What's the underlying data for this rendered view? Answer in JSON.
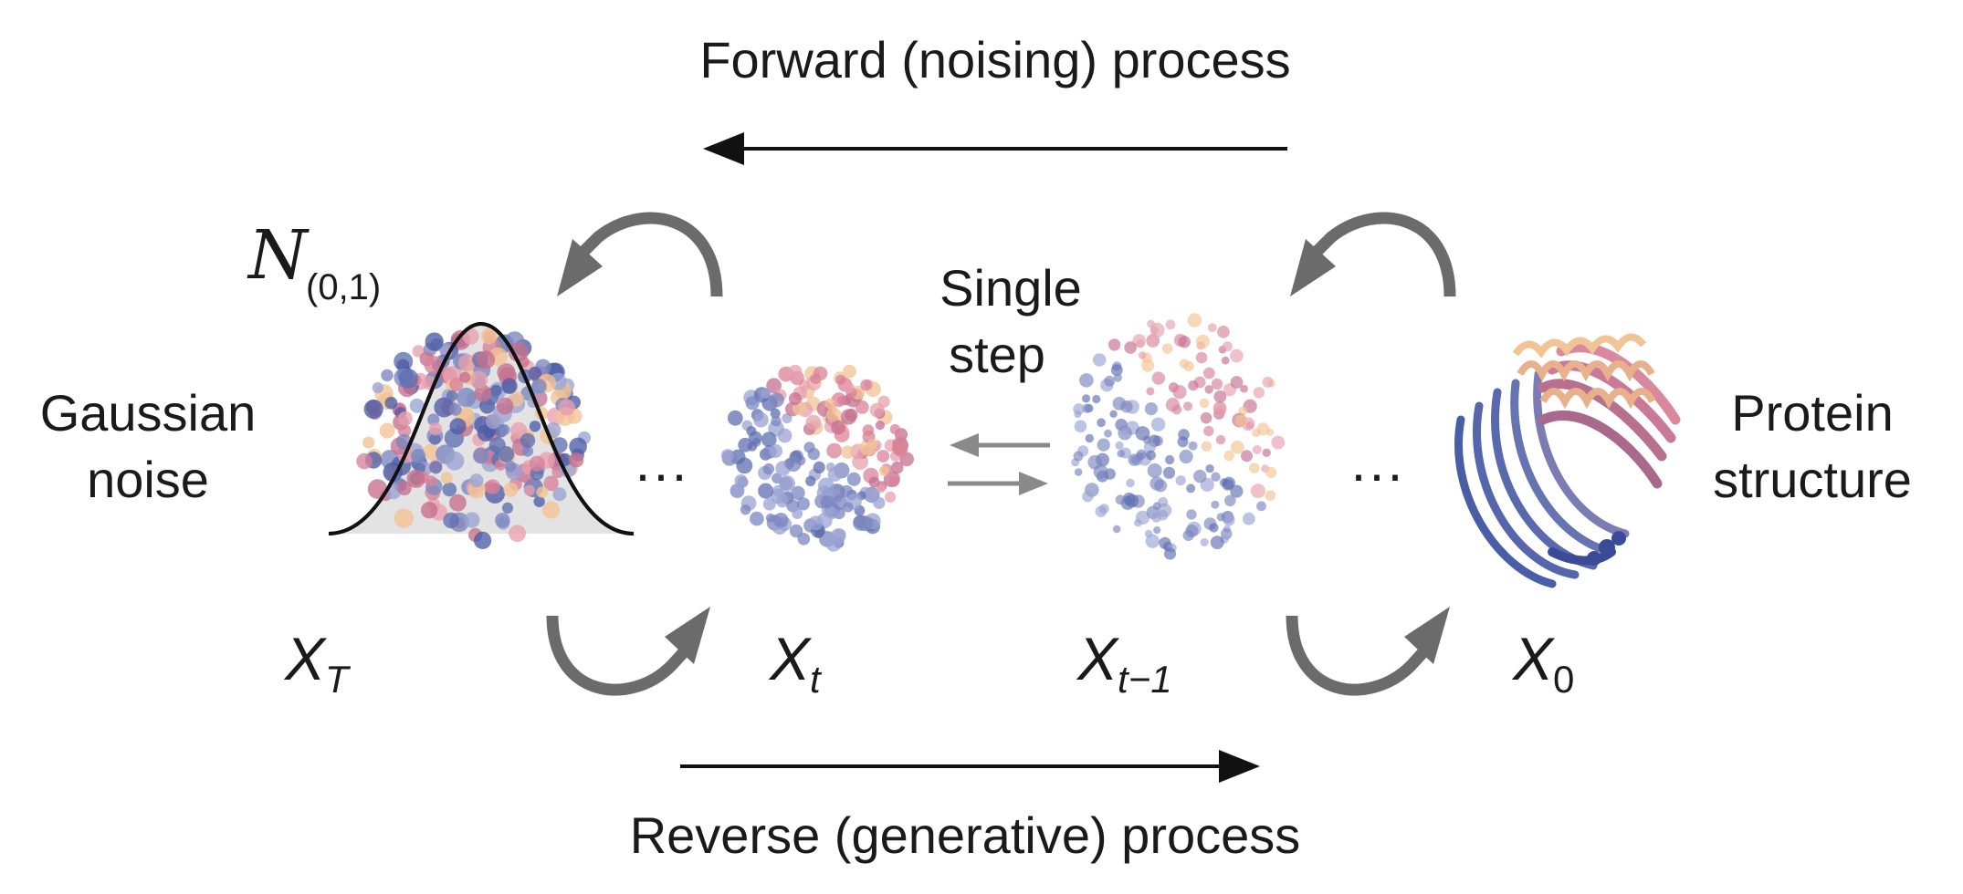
{
  "diagram": {
    "forward_label": "Forward (noising) process",
    "reverse_label": "Reverse (generative) process",
    "single_step_line1": "Single",
    "single_step_line2": "step",
    "noise_label_line1": "Gaussian",
    "noise_label_line2": "noise",
    "protein_label_line1": "Protein",
    "protein_label_line2": "structure",
    "normal_symbol": "N",
    "normal_params": "(0,1)",
    "ellipsis": "···",
    "states": [
      {
        "base": "X",
        "sub": "T"
      },
      {
        "base": "X",
        "sub": "t"
      },
      {
        "base": "X",
        "sub": "t−1"
      },
      {
        "base": "X",
        "sub": "0"
      }
    ]
  },
  "colors": {
    "arrow_dark": "#111111",
    "arrow_grey": "#6b6b6b",
    "bead_blue": "#5f6fb0",
    "bead_pink": "#d9829a",
    "bead_peach": "#f2c394",
    "gaussian_fill": "#e3e3e3"
  }
}
